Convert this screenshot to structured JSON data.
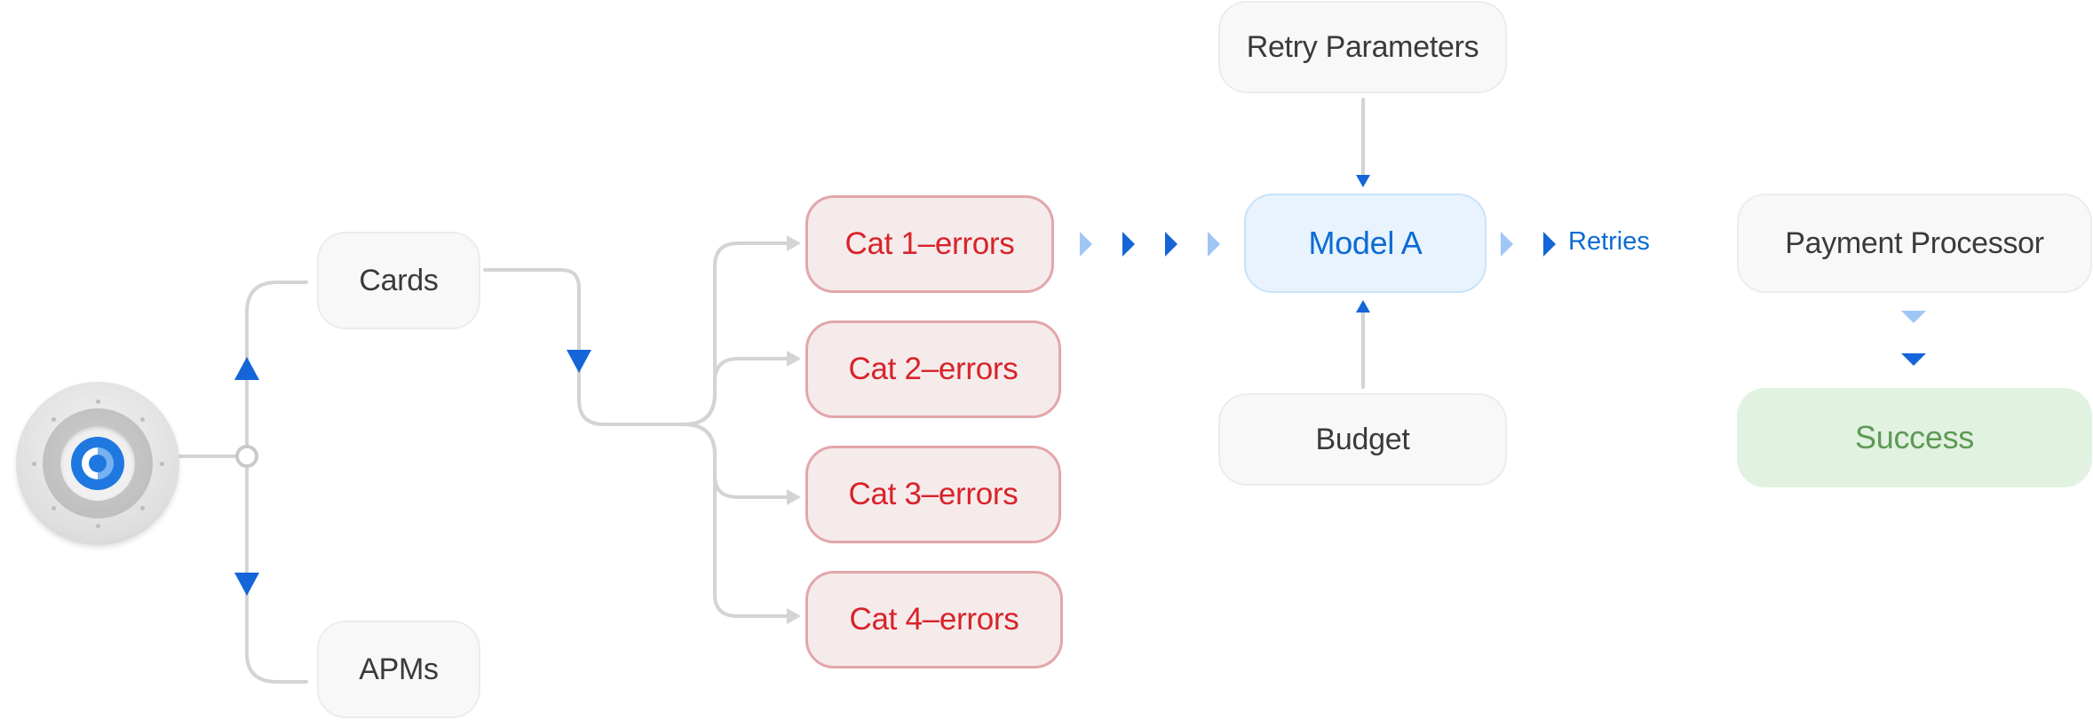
{
  "nodes": {
    "cards": "Cards",
    "apms": "APMs",
    "cat1": "Cat 1–errors",
    "cat2": "Cat 2–errors",
    "cat3": "Cat 3–errors",
    "cat4": "Cat 4–errors",
    "retry_parameters": "Retry Parameters",
    "model_a": "Model A",
    "budget": "Budget",
    "payment_processor": "Payment Processor",
    "success": "Success"
  },
  "edge_labels": {
    "retries": "Retries"
  },
  "colors": {
    "connector": "#d4d4d4",
    "arrow_blue": "#1565d8",
    "arrow_light_blue": "#9fc6f5",
    "error_text": "#d8232a",
    "model_text": "#0b6bd4",
    "success_text": "#5e9a55"
  },
  "icons": {
    "logo": "circular-sync-logo-icon"
  }
}
